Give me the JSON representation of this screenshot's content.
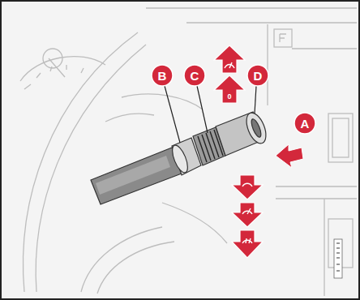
{
  "diagram": {
    "labels": [
      "B",
      "C",
      "D",
      "A",
      "0"
    ]
  }
}
